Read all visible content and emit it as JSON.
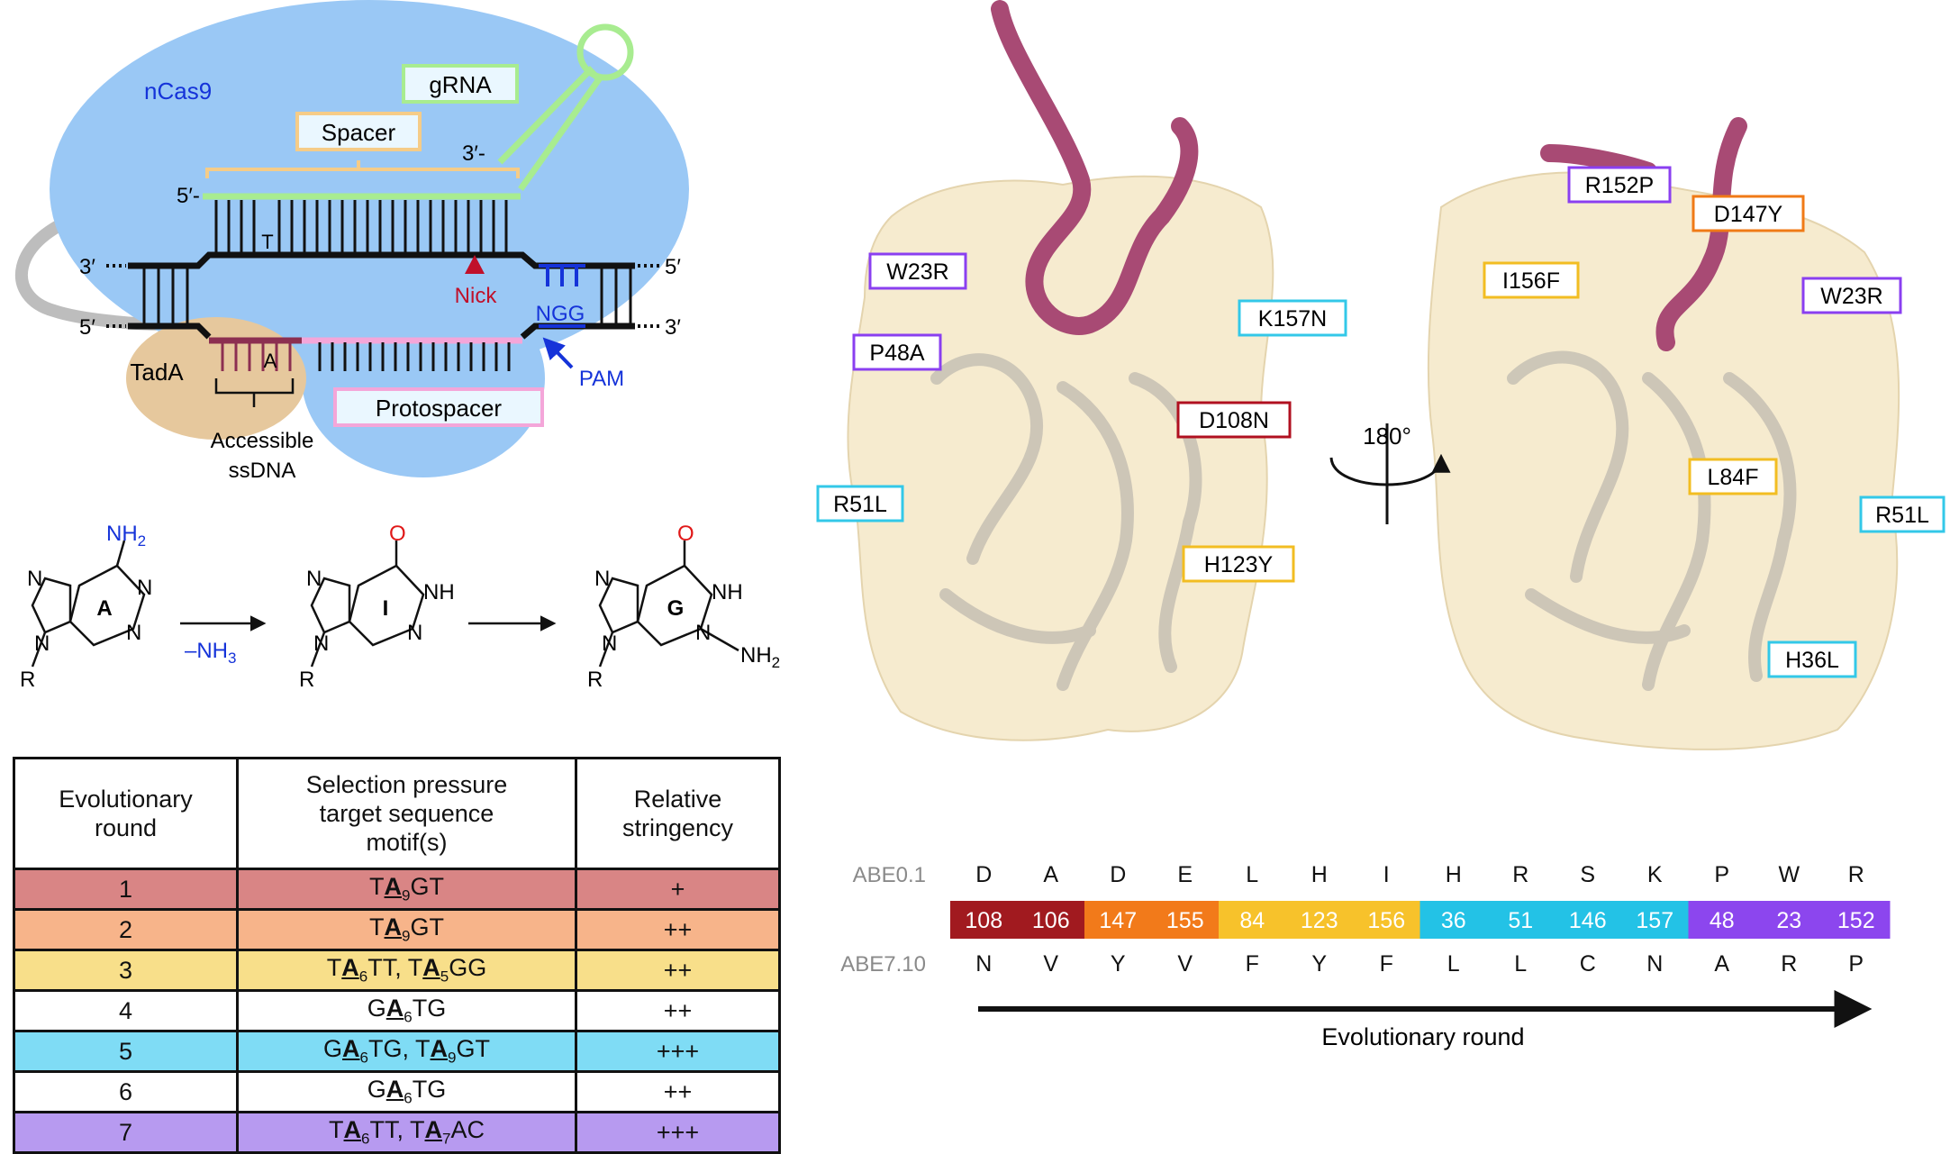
{
  "colors": {
    "ncas9": "#9ac8f5",
    "tada": "#e6c89d",
    "grna": "#a8ec90",
    "spacer_brace": "#f5cc88",
    "protospacer": "#f4a6d9",
    "nick": "#c0102a",
    "pam": "#1533d9",
    "linker": "#bdbdbd",
    "tada_strand": "#8c2f51",
    "amine_blue": "#1533d9",
    "carbonyl_red": "#e01818",
    "label_purple": "#8a3ff0",
    "label_cyan": "#33c8e8",
    "label_red": "#b01020",
    "label_orange": "#f07a16",
    "label_yellow": "#f2bd22",
    "protein_surface": "#f6ebcf"
  },
  "schematic": {
    "ncas9_label": "nCas9",
    "grna_label": "gRNA",
    "spacer_label": "Spacer",
    "end_3prime": "3′-",
    "end_5prime_grna": "5′-",
    "t_base": "T",
    "left_3prime": "3′",
    "left_5prime": "5′",
    "right_5prime": "5′",
    "right_3prime": "3′",
    "nick_label": "Nick",
    "ngg_label": "NGG",
    "pam_label": "PAM",
    "tada_label": "TadA",
    "a_base": "A",
    "protospacer_label": "Protospacer",
    "accessible_line1": "Accessible",
    "accessible_line2": "ssDNA"
  },
  "reaction": {
    "adenine": {
      "letter": "A",
      "substituent": "NH",
      "sub_index": "2",
      "r": "R"
    },
    "arrow1_label": "–NH",
    "arrow1_index": "3",
    "inosine": {
      "letter": "I",
      "carbonyl": "O",
      "nh": "NH",
      "r": "R"
    },
    "guanine": {
      "letter": "G",
      "carbonyl": "O",
      "nh": "NH",
      "amine": "NH",
      "amine_index": "2",
      "r": "R"
    },
    "ring_n": "N"
  },
  "table": {
    "headers": [
      "Evolutionary\nround",
      "Selection pressure\ntarget sequence\nmotif(s)",
      "Relative\nstringency"
    ],
    "rows": [
      {
        "round": "1",
        "motif": [
          [
            "T",
            ""
          ],
          [
            "A",
            "9"
          ],
          [
            "GT",
            ""
          ]
        ],
        "stringency": "+",
        "color": "#d98585"
      },
      {
        "round": "2",
        "motif": [
          [
            "T",
            ""
          ],
          [
            "A",
            "9"
          ],
          [
            "GT",
            ""
          ]
        ],
        "stringency": "++",
        "color": "#f7b48a"
      },
      {
        "round": "3",
        "motif": [
          [
            "T",
            ""
          ],
          [
            "A",
            "6"
          ],
          [
            "TT, T",
            ""
          ],
          [
            "A",
            "5"
          ],
          [
            "GG",
            ""
          ]
        ],
        "stringency": "++",
        "color": "#f8df8a"
      },
      {
        "round": "4",
        "motif": [
          [
            "G",
            ""
          ],
          [
            "A",
            "6"
          ],
          [
            "TG",
            ""
          ]
        ],
        "stringency": "++",
        "color": "#ffffff"
      },
      {
        "round": "5",
        "motif": [
          [
            "G",
            ""
          ],
          [
            "A",
            "6"
          ],
          [
            "TG, T",
            ""
          ],
          [
            "A",
            "9"
          ],
          [
            "GT",
            ""
          ]
        ],
        "stringency": "+++",
        "color": "#7fdcf5"
      },
      {
        "round": "6",
        "motif": [
          [
            "G",
            ""
          ],
          [
            "A",
            "6"
          ],
          [
            "TG",
            ""
          ]
        ],
        "stringency": "++",
        "color": "#ffffff"
      },
      {
        "round": "7",
        "motif": [
          [
            "T",
            ""
          ],
          [
            "A",
            "6"
          ],
          [
            "TT, T",
            ""
          ],
          [
            "A",
            "7"
          ],
          [
            "AC",
            ""
          ]
        ],
        "stringency": "+++",
        "color": "#b79af0"
      }
    ]
  },
  "structure": {
    "rotation_label": "180°",
    "left_labels": [
      {
        "text": "W23R",
        "group": "purple"
      },
      {
        "text": "P48A",
        "group": "purple"
      },
      {
        "text": "R51L",
        "group": "cyan"
      },
      {
        "text": "K157N",
        "group": "cyan"
      },
      {
        "text": "D108N",
        "group": "red"
      },
      {
        "text": "H123Y",
        "group": "yellow"
      }
    ],
    "right_labels": [
      {
        "text": "R152P",
        "group": "purple"
      },
      {
        "text": "D147Y",
        "group": "orange"
      },
      {
        "text": "I156F",
        "group": "yellow"
      },
      {
        "text": "W23R",
        "group": "purple"
      },
      {
        "text": "L84F",
        "group": "yellow"
      },
      {
        "text": "R51L",
        "group": "cyan"
      },
      {
        "text": "H36L",
        "group": "cyan"
      }
    ]
  },
  "mutation_bar": {
    "top_label": "ABE0.1",
    "bottom_label": "ABE7.10",
    "arrow_label": "Evolutionary round",
    "cells": [
      {
        "from": "D",
        "pos": "108",
        "to": "N",
        "color": "#a11a1f"
      },
      {
        "from": "A",
        "pos": "106",
        "to": "V",
        "color": "#a11a1f"
      },
      {
        "from": "D",
        "pos": "147",
        "to": "Y",
        "color": "#f27a1a"
      },
      {
        "from": "E",
        "pos": "155",
        "to": "V",
        "color": "#f27a1a"
      },
      {
        "from": "L",
        "pos": "84",
        "to": "F",
        "color": "#f7c22b"
      },
      {
        "from": "H",
        "pos": "123",
        "to": "Y",
        "color": "#f7c22b"
      },
      {
        "from": "I",
        "pos": "156",
        "to": "F",
        "color": "#f7c22b"
      },
      {
        "from": "H",
        "pos": "36",
        "to": "L",
        "color": "#23c2e6"
      },
      {
        "from": "R",
        "pos": "51",
        "to": "L",
        "color": "#23c2e6"
      },
      {
        "from": "S",
        "pos": "146",
        "to": "C",
        "color": "#23c2e6"
      },
      {
        "from": "K",
        "pos": "157",
        "to": "N",
        "color": "#23c2e6"
      },
      {
        "from": "P",
        "pos": "48",
        "to": "A",
        "color": "#8c46ee"
      },
      {
        "from": "W",
        "pos": "23",
        "to": "R",
        "color": "#8c46ee"
      },
      {
        "from": "R",
        "pos": "152",
        "to": "P",
        "color": "#8c46ee"
      }
    ]
  }
}
